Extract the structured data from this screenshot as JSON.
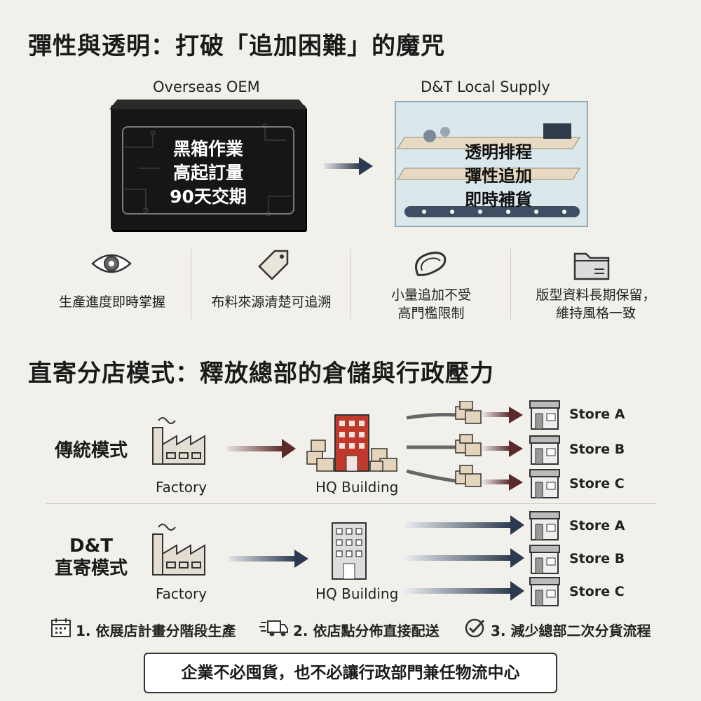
{
  "section1": {
    "title": "彈性與透明：打破「追加困難」的魔咒",
    "left_label": "Overseas OEM",
    "right_label": "D&T Local Supply",
    "black_box_lines": [
      "黑箱作業",
      "高起訂量",
      "90天交期"
    ],
    "glass_box_lines": [
      "透明排程",
      "彈性追加",
      "即時補貨"
    ],
    "features": [
      {
        "icon": "eye-icon",
        "text": "生產進度即時掌握"
      },
      {
        "icon": "tag-icon",
        "text": "布料來源清楚可追溯"
      },
      {
        "icon": "loop-icon",
        "text": "小量追加不受\n高門檻限制"
      },
      {
        "icon": "folder-icon",
        "text": "版型資料長期保留，\n維持風格一致"
      }
    ]
  },
  "section2": {
    "title": "直寄分店模式：釋放總部的倉儲與行政壓力",
    "traditional": {
      "label": "傳統模式",
      "factory": "Factory",
      "hq": "HQ Building",
      "stores": [
        "Store A",
        "Store B",
        "Store C"
      ]
    },
    "dt": {
      "label_line1": "D&T",
      "label_line2": "直寄模式",
      "factory": "Factory",
      "hq": "HQ Building",
      "stores": [
        "Store A",
        "Store B",
        "Store C"
      ]
    },
    "steps": [
      {
        "icon": "calendar-icon",
        "text": "1. 依展店計畫分階段生產"
      },
      {
        "icon": "truck-icon",
        "text": "2. 依店點分佈直接配送"
      },
      {
        "icon": "check-icon",
        "text": "3. 減少總部二次分貨流程"
      }
    ],
    "banner": "企業不必囤貨，也不必讓行政部門兼任物流中心"
  },
  "colors": {
    "accent_red": "#c0392b",
    "navy": "#2b3a4e",
    "dark": "#161616"
  }
}
